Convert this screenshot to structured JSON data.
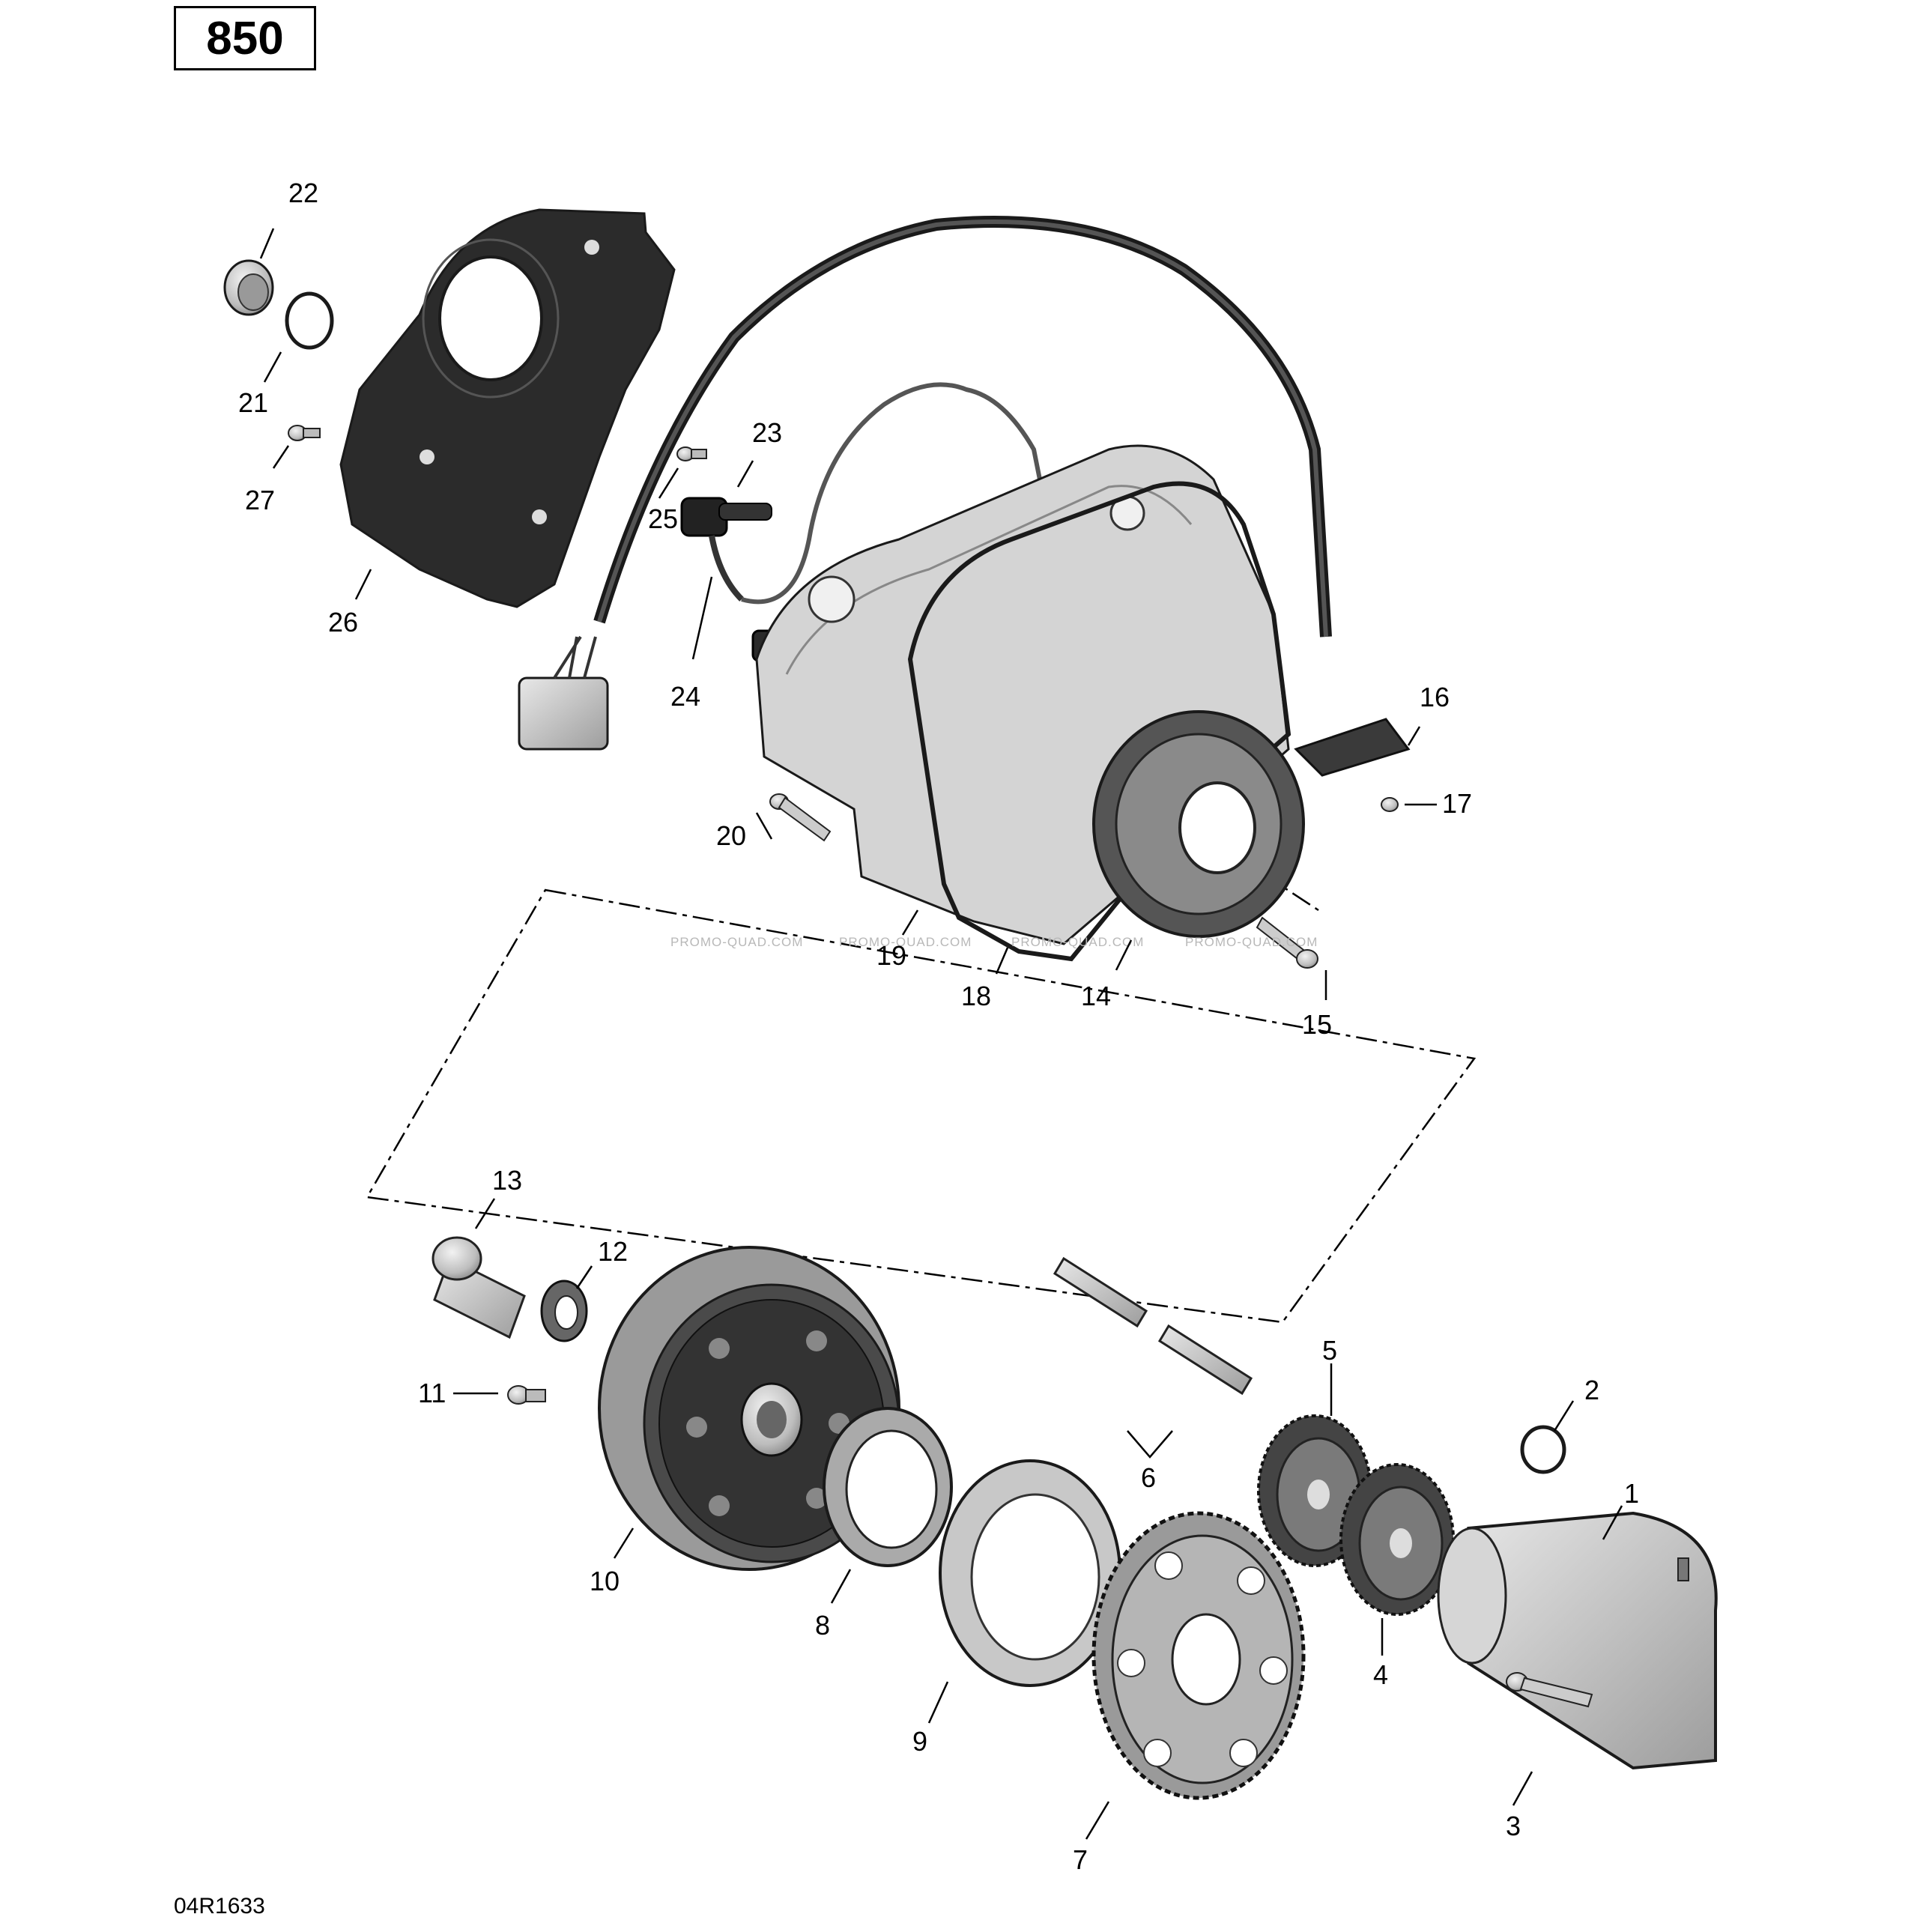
{
  "diagram": {
    "model": "850",
    "drawing_code": "04R1633",
    "watermark": "PROMO-QUAD.COM",
    "callouts": [
      {
        "id": "1",
        "label": "1"
      },
      {
        "id": "2",
        "label": "2"
      },
      {
        "id": "3",
        "label": "3"
      },
      {
        "id": "4",
        "label": "4"
      },
      {
        "id": "5",
        "label": "5"
      },
      {
        "id": "6",
        "label": "6"
      },
      {
        "id": "7",
        "label": "7"
      },
      {
        "id": "8",
        "label": "8"
      },
      {
        "id": "9",
        "label": "9"
      },
      {
        "id": "10",
        "label": "10"
      },
      {
        "id": "11",
        "label": "11"
      },
      {
        "id": "12",
        "label": "12"
      },
      {
        "id": "13",
        "label": "13"
      },
      {
        "id": "14",
        "label": "14"
      },
      {
        "id": "15",
        "label": "15"
      },
      {
        "id": "16",
        "label": "16"
      },
      {
        "id": "17",
        "label": "17"
      },
      {
        "id": "18",
        "label": "18"
      },
      {
        "id": "19",
        "label": "19"
      },
      {
        "id": "20",
        "label": "20"
      },
      {
        "id": "21",
        "label": "21"
      },
      {
        "id": "22",
        "label": "22"
      },
      {
        "id": "23",
        "label": "23"
      },
      {
        "id": "24",
        "label": "24"
      },
      {
        "id": "25",
        "label": "25"
      },
      {
        "id": "26",
        "label": "26"
      },
      {
        "id": "27",
        "label": "27"
      }
    ]
  }
}
